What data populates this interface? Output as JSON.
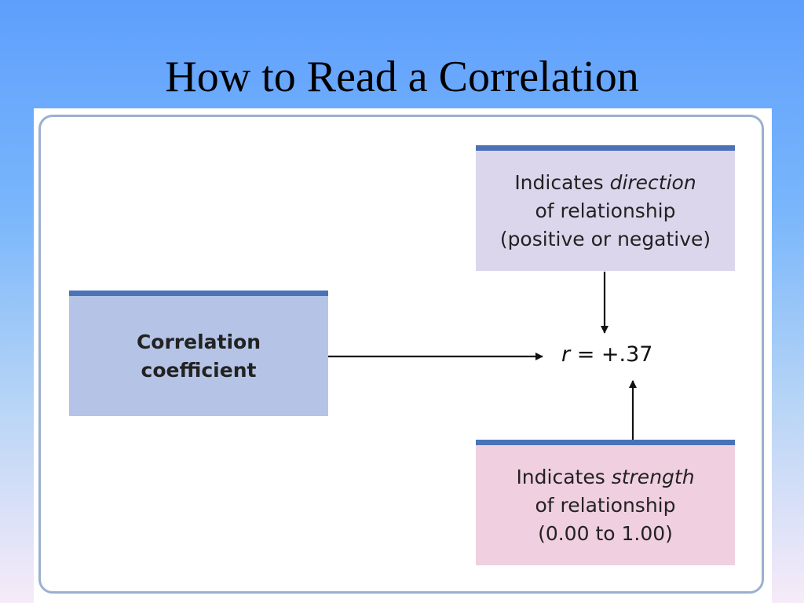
{
  "slide": {
    "title": "How to Read a Correlation"
  },
  "diagram": {
    "coefficient_box": {
      "line1": "Correlation",
      "line2": "coefficient"
    },
    "direction_box": {
      "prefix": "Indicates ",
      "emphasis": "direction",
      "line2": "of relationship",
      "line3": "(positive or negative)"
    },
    "strength_box": {
      "prefix": "Indicates ",
      "emphasis": "strength",
      "line2": "of relationship",
      "line3": "(0.00 to 1.00)"
    },
    "equation": {
      "variable": "r",
      "rest": " = +.37"
    }
  },
  "colors": {
    "box_top_rule": "#4b72b8",
    "coefficient_fill": "#b5c4e6",
    "direction_fill": "#dcd6ec",
    "strength_fill": "#f0cfe0",
    "frame_border": "#9bb0cf"
  }
}
